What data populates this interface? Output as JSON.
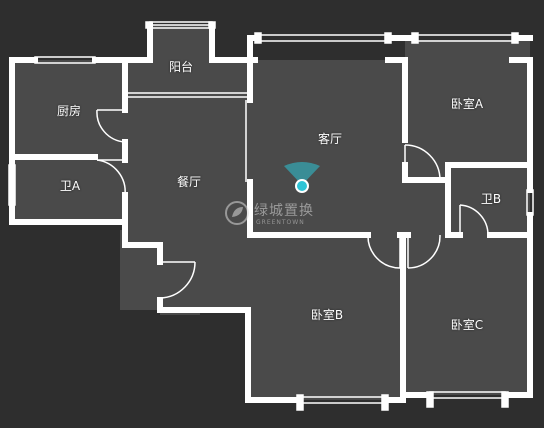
{
  "colors": {
    "background": "#2e2e2e",
    "floor": "#4a4a4a",
    "wall": "#ffffff",
    "marker": "#2ec4d6"
  },
  "rooms": {
    "balcony": "阳台",
    "kitchen": "厨房",
    "bath_a": "卫A",
    "dining": "餐厅",
    "living": "客厅",
    "bedroom_a": "卧室A",
    "bath_b": "卫B",
    "bedroom_b": "卧室B",
    "bedroom_c": "卧室C"
  },
  "watermark": {
    "brand": "绿城置换",
    "sub": "GREENTOWN"
  },
  "icons": {
    "position_marker": "camera-position-marker",
    "watermark_logo": "leaf-logo-icon"
  }
}
